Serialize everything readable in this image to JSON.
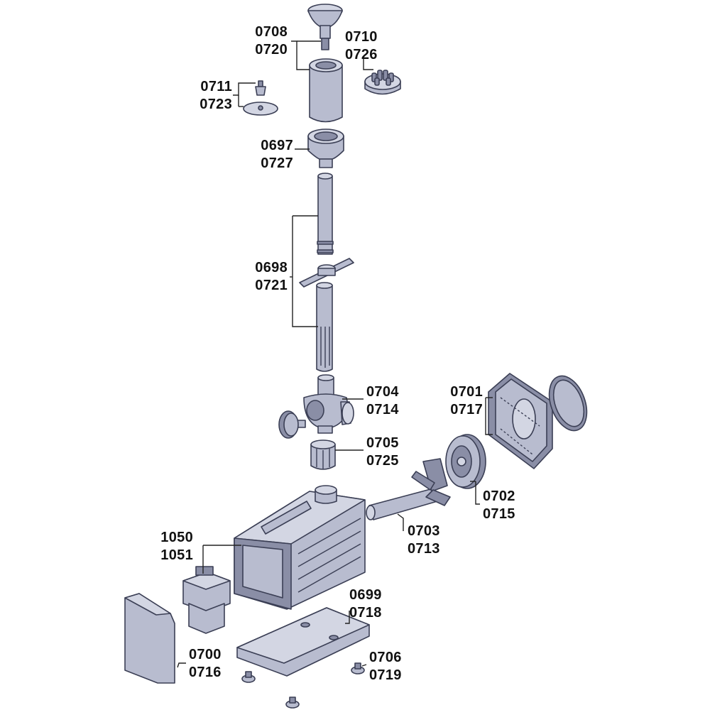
{
  "labels": {
    "g0708": [
      "0708",
      "0720"
    ],
    "g0710": [
      "0710",
      "0726"
    ],
    "g0711": [
      "0711",
      "0723"
    ],
    "g0697": [
      "0697",
      "0727"
    ],
    "g0698": [
      "0698",
      "0721"
    ],
    "g0704": [
      "0704",
      "0714"
    ],
    "g0701": [
      "0701",
      "0717"
    ],
    "g0705": [
      "0705",
      "0725"
    ],
    "g0702": [
      "0702",
      "0715"
    ],
    "g0703": [
      "0703",
      "0713"
    ],
    "g1050": [
      "1050",
      "1051"
    ],
    "g0699": [
      "0699",
      "0718"
    ],
    "g0700": [
      "0700",
      "0716"
    ],
    "g0706": [
      "0706",
      "0719"
    ]
  },
  "colors": {
    "part_fill": "#b8bccf",
    "part_dark": "#8a8ea6",
    "outline": "#3b3f55"
  }
}
